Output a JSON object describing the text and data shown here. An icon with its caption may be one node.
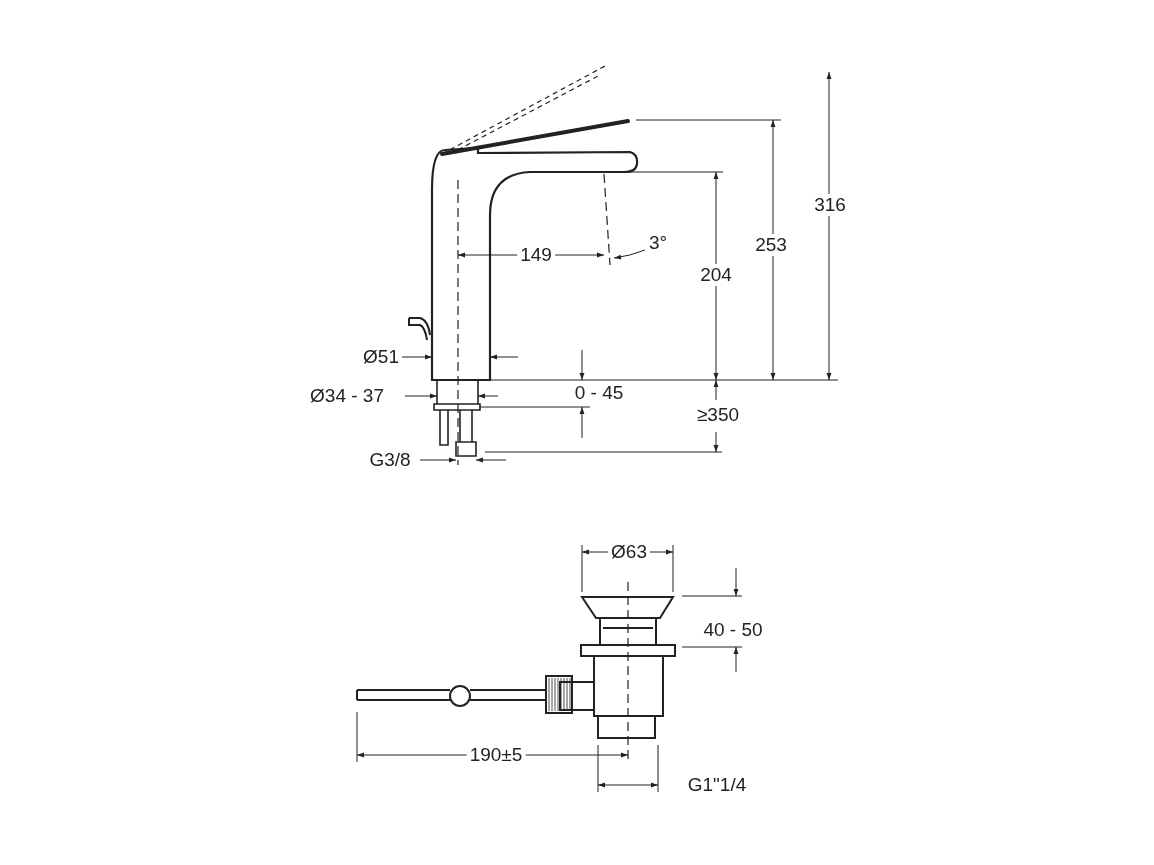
{
  "diagram": {
    "labels": [
      "316",
      "253",
      "3°",
      "149",
      "204",
      "Ø51",
      "Ø34 - 37",
      "0 - 45",
      "≥350",
      "G3/8",
      "Ø63",
      "40 - 50",
      "190±5",
      "G1\"1/4"
    ]
  }
}
